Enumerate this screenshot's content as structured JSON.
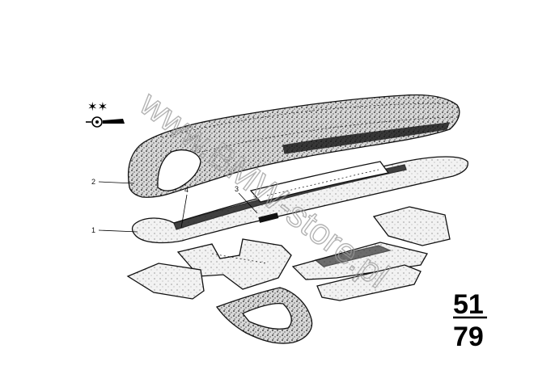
{
  "watermark": "www.BMW-store.pl",
  "group": {
    "top": "51",
    "bottom": "79"
  },
  "symbols": {
    "stars": "✶✶",
    "icon": "dashboard-lamp-icon"
  },
  "callouts": [
    {
      "id": "1",
      "label": "1"
    },
    {
      "id": "2",
      "label": "2"
    },
    {
      "id": "3",
      "label": "3"
    },
    {
      "id": "4",
      "label": "4"
    }
  ]
}
